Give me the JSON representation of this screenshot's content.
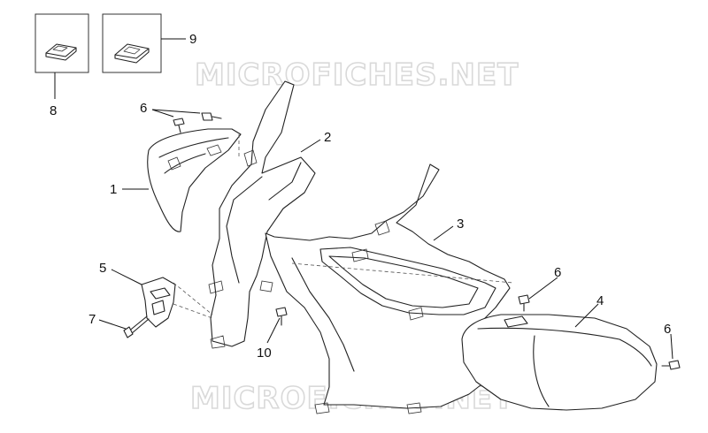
{
  "watermark": {
    "text": "MICROFICHES.NET"
  },
  "callouts": [
    {
      "id": "c1",
      "label": "1"
    },
    {
      "id": "c2",
      "label": "2"
    },
    {
      "id": "c3",
      "label": "3"
    },
    {
      "id": "c4",
      "label": "4"
    },
    {
      "id": "c5",
      "label": "5"
    },
    {
      "id": "c6a",
      "label": "6"
    },
    {
      "id": "c6b",
      "label": "6"
    },
    {
      "id": "c6c",
      "label": "6"
    },
    {
      "id": "c7",
      "label": "7"
    },
    {
      "id": "c8",
      "label": "8"
    },
    {
      "id": "c9",
      "label": "9"
    },
    {
      "id": "c10",
      "label": "10"
    }
  ]
}
